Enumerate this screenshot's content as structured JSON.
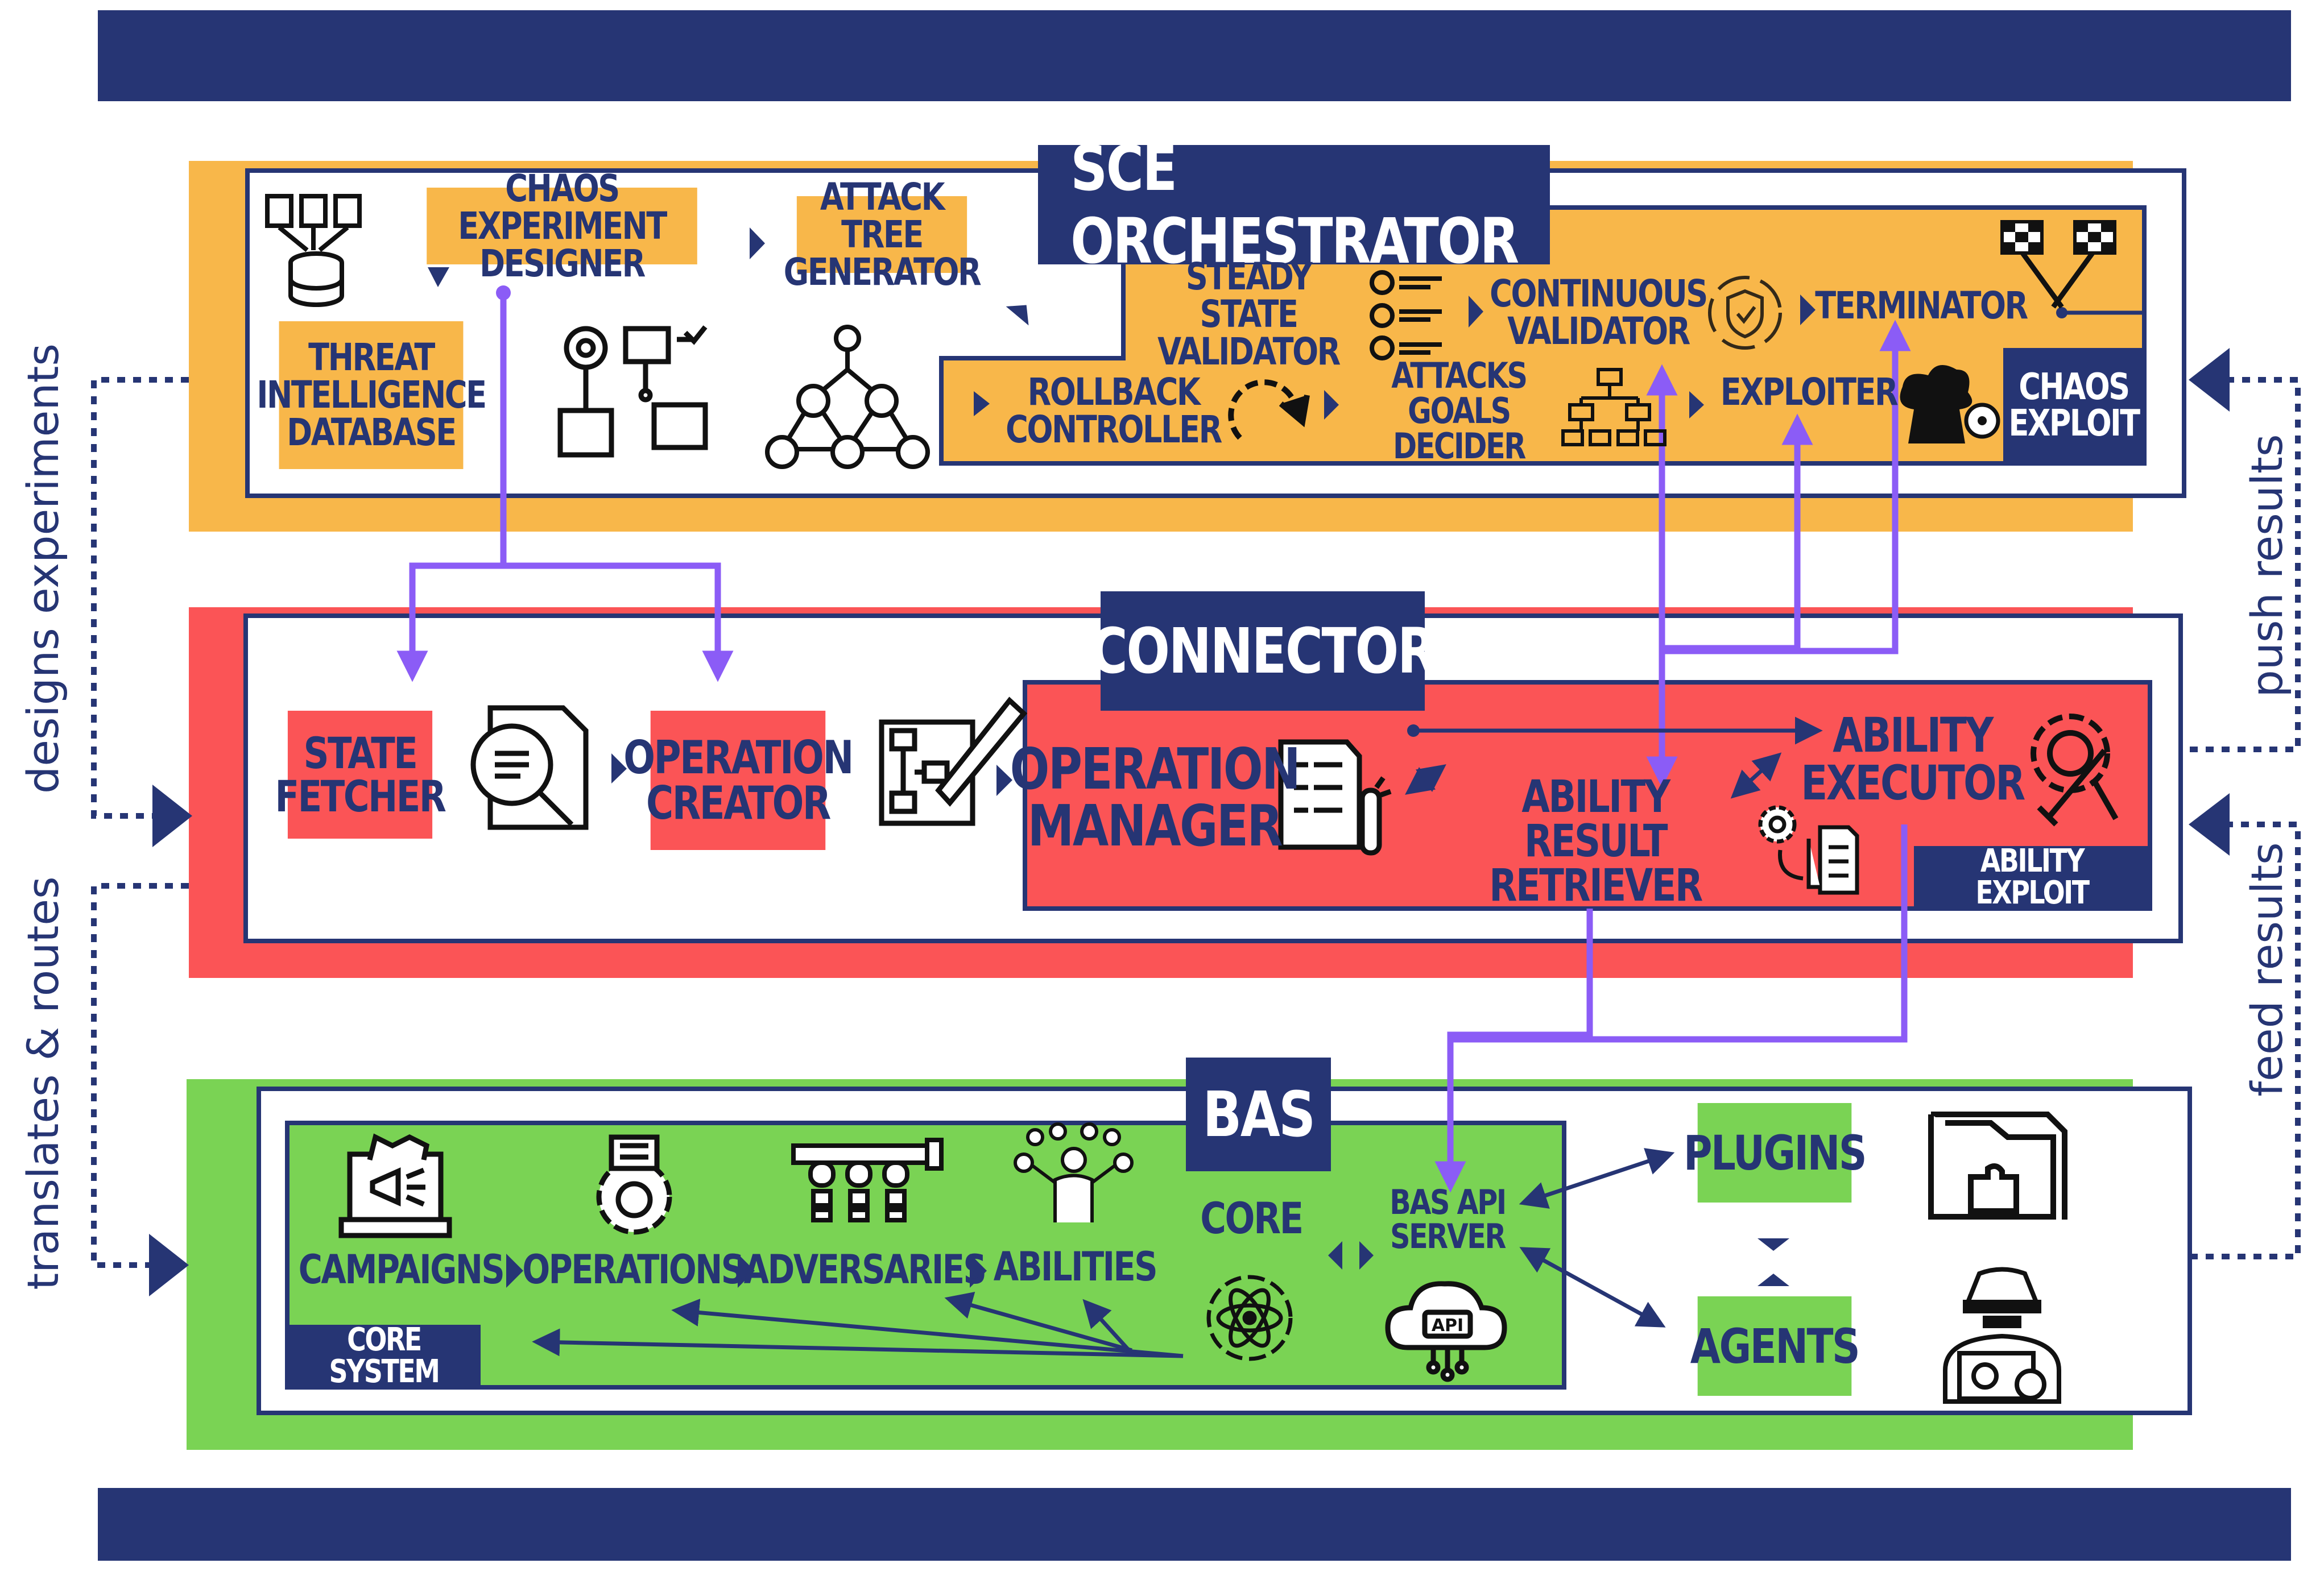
{
  "sections": {
    "sce": {
      "title": "SCE ORCHESTRATOR",
      "sub_title": "CHAOS EXPLOIT"
    },
    "connector": {
      "title": "CONNECTOR",
      "sub_title": "ABILITY EXPLOIT"
    },
    "bas": {
      "title": "BAS",
      "sub_title": "CORE SYSTEM"
    }
  },
  "sce_nodes": {
    "chaos_designer": "CHAOS EXPERIMENT DESIGNER",
    "attack_tree": "ATTACK TREE GENERATOR",
    "threat_db": "THREAT INTELLIGENCE DATABASE",
    "steady_state": "STEADY STATE VALIDATOR",
    "continuous": "CONTINUOUS VALIDATOR",
    "terminator": "TERMINATOR",
    "rollback": "ROLLBACK CONTROLLER",
    "attacks_goals": "ATTACKS GOALS DECIDER",
    "exploiter": "EXPLOITER"
  },
  "connector_nodes": {
    "state_fetcher": "STATE FETCHER",
    "operation_creator": "OPERATION CREATOR",
    "operation_manager": "OPERATION MANAGER",
    "ability_retriever": "ABILITY RESULT RETRIEVER",
    "ability_executor": "ABILITY EXECUTOR"
  },
  "bas_nodes": {
    "campaigns": "CAMPAIGNS",
    "operations": "OPERATIONS",
    "adversaries": "ADVERSARIES",
    "abilities": "ABILITIES",
    "core": "CORE",
    "api_server": "BAS API SERVER",
    "plugins": "PLUGINS",
    "agents": "AGENTS",
    "api_icon_text": "API"
  },
  "side_labels": {
    "designs": "designs experiments",
    "translates": "translates & routes",
    "push": "push results",
    "feed": "feed results"
  },
  "colors": {
    "navy": "#263574",
    "orange": "#f8b74a",
    "red": "#fb5456",
    "green": "#7ad354",
    "purple": "#8b5cf6"
  },
  "icons": [
    "documents-database-icon",
    "gears-flow-icon",
    "tree-network-icon",
    "checklist-icon",
    "shield-cycle-icon",
    "checkered-flags-icon",
    "rotate-arrow-icon",
    "hierarchy-icon",
    "explosion-icon",
    "magnifier-document-icon",
    "flowchart-pen-icon",
    "clipboard-test-icon",
    "gear-document-icon",
    "gear-wrench-icon",
    "megaphone-laptop-icon",
    "gear-robot-icon",
    "pipeline-icon",
    "person-skills-icon",
    "atom-icon",
    "cloud-api-icon",
    "folder-puzzle-icon",
    "hacker-icon"
  ]
}
